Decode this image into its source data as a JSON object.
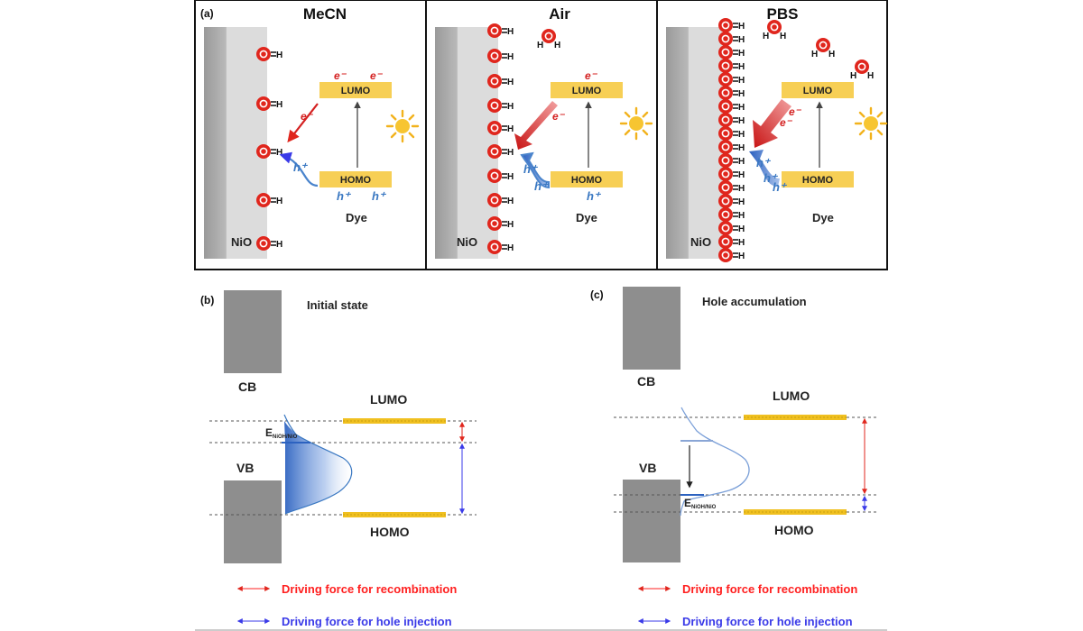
{
  "panel_a": {
    "label": "(a)",
    "panels": [
      {
        "title": "MeCN",
        "lumo": "LUMO",
        "homo": "HOMO",
        "dye": "Dye",
        "nio": "NiO",
        "e1": "e⁻",
        "e2": "e⁻",
        "e3": "e⁻",
        "h1": "h⁺",
        "h2": "h⁺",
        "h3": "h⁺"
      },
      {
        "title": "Air",
        "lumo": "LUMO",
        "homo": "HOMO",
        "dye": "Dye",
        "nio": "NiO",
        "e1": "e⁻",
        "e3": "e⁻",
        "h1": "h⁺",
        "h2": "h⁺",
        "h3": "h⁺"
      },
      {
        "title": "PBS",
        "lumo": "LUMO",
        "homo": "HOMO",
        "dye": "Dye",
        "nio": "NiO",
        "e1": "e⁻",
        "e3": "e⁻",
        "h1": "h⁺",
        "h2": "h⁺",
        "h3": "h⁺"
      }
    ],
    "molecule": {
      "o": "O",
      "h": "H"
    }
  },
  "panel_b": {
    "label": "(b)",
    "state": "Initial state",
    "cb": "CB",
    "vb": "VB",
    "lumo": "LUMO",
    "homo": "HOMO",
    "eredox": "E",
    "eredox_sub": "NiOH/NiO"
  },
  "panel_c": {
    "label": "(c)",
    "state": "Hole accumulation",
    "cb": "CB",
    "vb": "VB",
    "lumo": "LUMO",
    "homo": "HOMO",
    "eredox": "E",
    "eredox_sub": "NiOH/NiO"
  },
  "legend": {
    "recombination": "Driving force for recombination",
    "injection": "Driving force for hole injection"
  },
  "colors": {
    "red": "#e0261d",
    "blue": "#3a78c2",
    "orbital": "#f7cf55",
    "band": "#8e8e8e",
    "legend_red": "#ff2020",
    "legend_blue": "#3a3ae8"
  }
}
